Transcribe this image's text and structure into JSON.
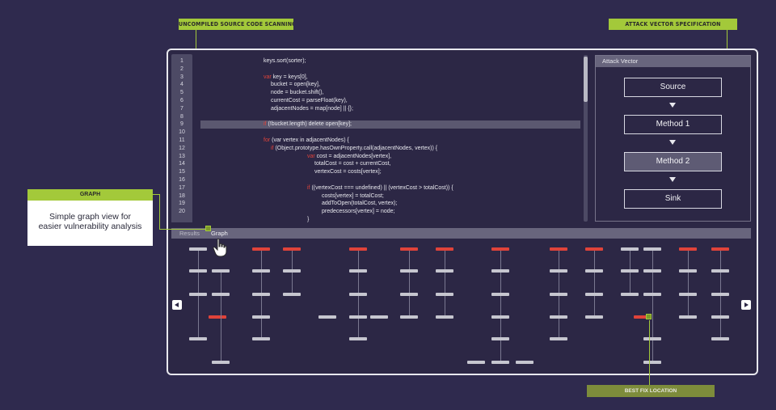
{
  "callouts": {
    "source_scanning": "UNCOMPILED SOURCE CODE SCANNING",
    "attack_vector_spec": "ATTACK VECTOR SPECIFICATION",
    "graph_tag": "GRAPH",
    "graph_desc_line1": "Simple graph view for",
    "graph_desc_line2": "easier vulnerability analysis",
    "best_fix": "BEST FIX LOCATION"
  },
  "code": {
    "line_numbers": [
      "1",
      "2",
      "3",
      "4",
      "5",
      "6",
      "7",
      "8",
      "9",
      "10",
      "11",
      "12",
      "13",
      "14",
      "15",
      "16",
      "17",
      "18",
      "19",
      "20"
    ],
    "lines": [
      {
        "indent": 0,
        "text": "keys.sort(sorter);"
      },
      {
        "indent": 0,
        "text": ""
      },
      {
        "indent": 0,
        "kw": "var",
        "text": " key = keys[0],"
      },
      {
        "indent": 1,
        "text": "bucket = open[key],"
      },
      {
        "indent": 1,
        "text": "node = bucket.shift(),"
      },
      {
        "indent": 1,
        "text": "currentCost = parseFloat(key),"
      },
      {
        "indent": 1,
        "text": "adjacentNodes = map[node] || {};"
      },
      {
        "indent": 0,
        "text": ""
      },
      {
        "indent": 0,
        "kw": "if",
        "text": " (!bucket.length) delete open[key];",
        "highlight": true
      },
      {
        "indent": 0,
        "text": ""
      },
      {
        "indent": 0,
        "kw": "for",
        "text": " (var vertex in adjacentNodes) {"
      },
      {
        "indent": 1,
        "kw": "if",
        "text": " (Object.prototype.hasOwnProperty.call(adjacentNodes, vertex)) {"
      },
      {
        "indent": 6,
        "kw": "var",
        "text": " cost = adjacentNodes[vertex],"
      },
      {
        "indent": 7,
        "text": "totalCost = cost + currentCost,"
      },
      {
        "indent": 7,
        "text": "vertexCost = costs[vertex];"
      },
      {
        "indent": 0,
        "text": ""
      },
      {
        "indent": 6,
        "kw": "if",
        "text": " ((vertexCost === undefined) || (vertexCost > totalCost)) {"
      },
      {
        "indent": 8,
        "text": "costs[vertex] = totalCost;"
      },
      {
        "indent": 8,
        "text": "addToOpen(totalCost, vertex);"
      },
      {
        "indent": 8,
        "text": "predecessors[vertex] = node;"
      },
      {
        "indent": 6,
        "text": "}"
      }
    ]
  },
  "attack_vector": {
    "header": "Attack Vector",
    "steps": [
      {
        "label": "Source",
        "selected": false
      },
      {
        "label": "Method 1",
        "selected": false
      },
      {
        "label": "Method 2",
        "selected": true
      },
      {
        "label": "Sink",
        "selected": false
      }
    ]
  },
  "results": {
    "tabs": [
      {
        "label": "Results",
        "active": false
      },
      {
        "label": "Graph",
        "active": true
      }
    ]
  },
  "colors": {
    "background": "#2f2a4e",
    "accent": "#a3c93a",
    "node": "#c6c6cf",
    "node_highlight": "#e0433a"
  }
}
